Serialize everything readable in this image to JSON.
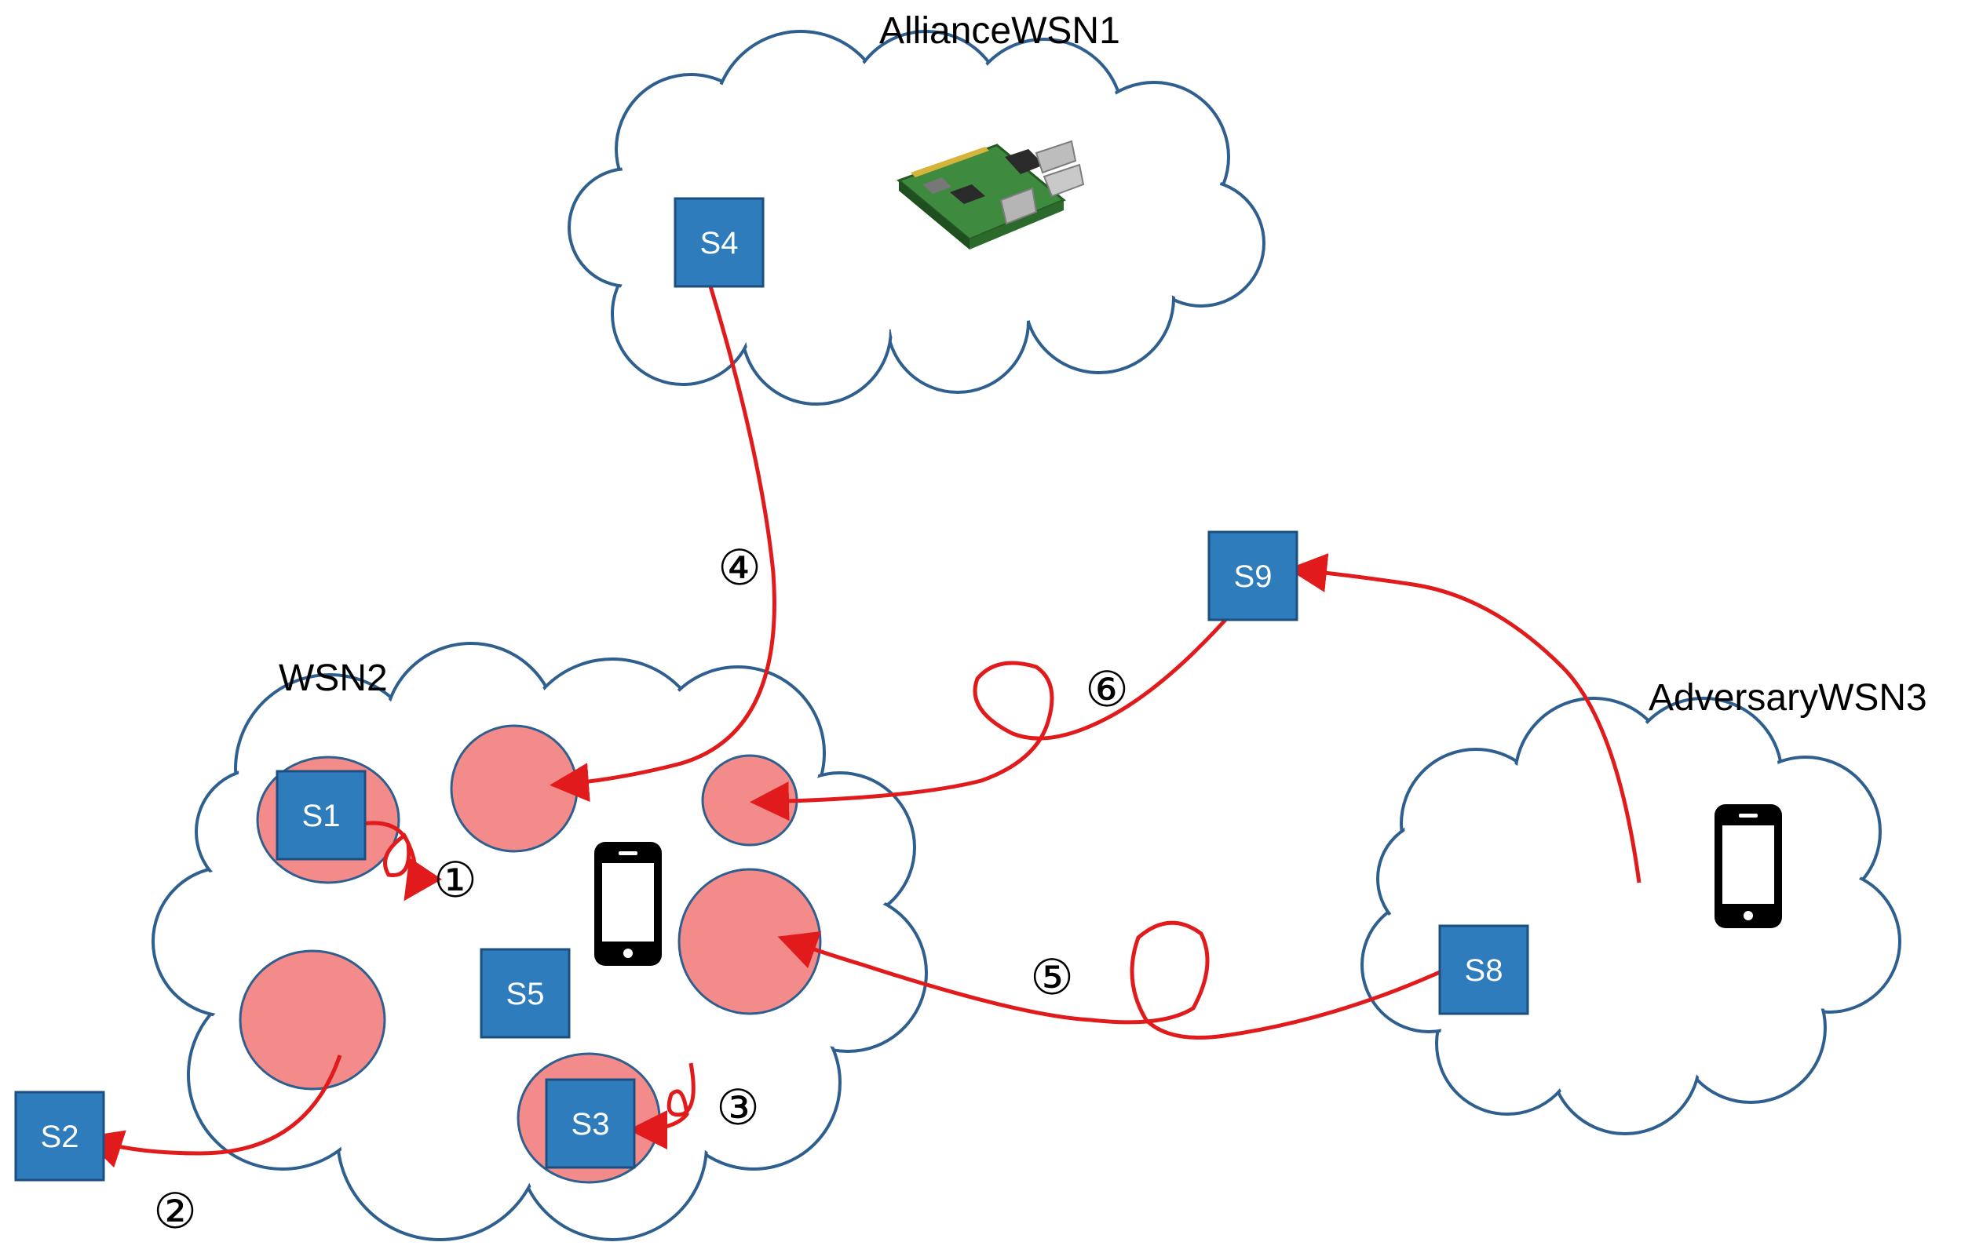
{
  "colors": {
    "cloud_stroke": "#2e5f8e",
    "node_fill": "#2f7cbc",
    "node_stroke": "#1b4f80",
    "zone_fill": "#f48b8b",
    "arrow": "#e11b1b"
  },
  "clouds": {
    "alliance": {
      "label": "AllianceWSN1"
    },
    "wsn2": {
      "label": "WSN2"
    },
    "adversary": {
      "label": "AdversaryWSN3"
    }
  },
  "nodes": {
    "s1": "S1",
    "s2": "S2",
    "s3": "S3",
    "s4": "S4",
    "s5": "S5",
    "s8": "S8",
    "s9": "S9"
  },
  "steps": {
    "one": "①",
    "two": "②",
    "three": "③",
    "four": "④",
    "five": "⑤",
    "six": "⑥"
  },
  "icons": [
    "raspberry-pi-icon",
    "smartphone-icon"
  ]
}
